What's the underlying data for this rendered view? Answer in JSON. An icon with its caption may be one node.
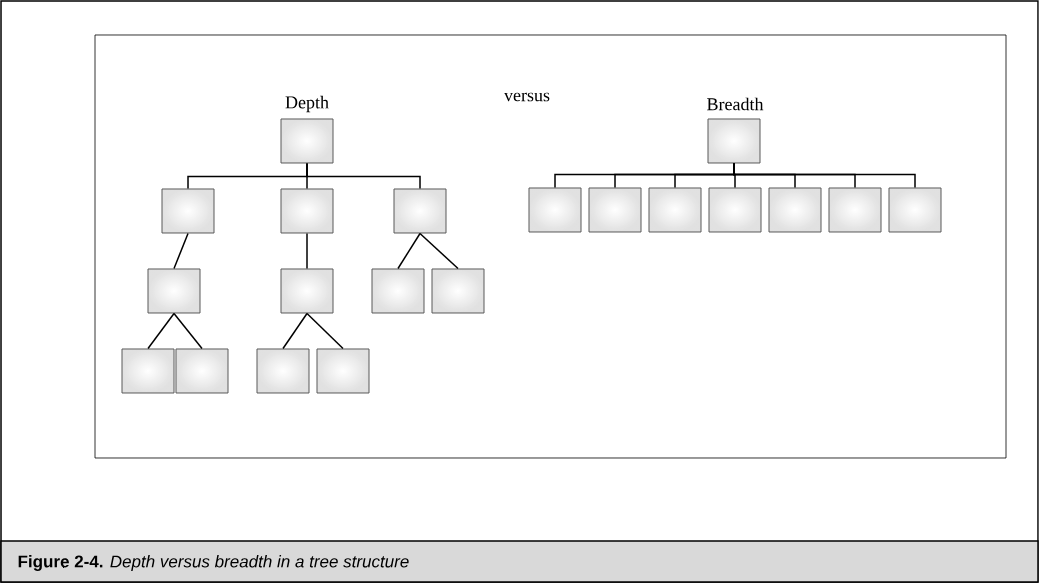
{
  "diagram": {
    "caption": "**Figure 2-4.** *Depth versus breadth in a tree structure*",
    "nodes": [
      {
        "text": [],
        "shape": "box"
      },
      {
        "text": [],
        "shape": "box"
      },
      {
        "text": [],
        "shape": "box"
      },
      {
        "text": [],
        "shape": "box"
      },
      {
        "text": [],
        "shape": "box"
      },
      {
        "text": [],
        "shape": "box"
      },
      {
        "text": [],
        "shape": "box"
      },
      {
        "text": [],
        "shape": "box"
      },
      {
        "text": [],
        "shape": "box"
      },
      {
        "text": [],
        "shape": "box"
      },
      {
        "text": [],
        "shape": "box"
      },
      {
        "text": [],
        "shape": "box"
      },
      {
        "text": [],
        "shape": "box"
      },
      {
        "text": [],
        "shape": "box"
      },
      {
        "text": [],
        "shape": "box"
      },
      {
        "text": [],
        "shape": "box"
      },
      {
        "text": [],
        "shape": "box"
      },
      {
        "text": [],
        "shape": "box"
      },
      {
        "text": [],
        "shape": "box"
      },
      {
        "text": [],
        "shape": "box"
      }
    ],
    "edges": [
      {
        "from": 0,
        "to": 1,
        "arrow": "none"
      },
      {
        "from": 0,
        "to": 2,
        "arrow": "none"
      },
      {
        "from": 0,
        "to": 3,
        "arrow": "none"
      },
      {
        "from": 1,
        "to": 4,
        "arrow": "none"
      },
      {
        "from": 2,
        "to": 5,
        "arrow": "none"
      },
      {
        "from": 3,
        "to": 6,
        "arrow": "none"
      },
      {
        "from": 3,
        "to": 7,
        "arrow": "none"
      },
      {
        "from": 4,
        "to": 8,
        "arrow": "none"
      },
      {
        "from": 4,
        "to": 9,
        "arrow": "none"
      },
      {
        "from": 5,
        "to": 10,
        "arrow": "none"
      },
      {
        "from": 5,
        "to": 11,
        "arrow": "none"
      },
      {
        "from": 12,
        "to": 13,
        "arrow": "none"
      },
      {
        "from": 12,
        "to": 14,
        "arrow": "none"
      },
      {
        "from": 12,
        "to": 15,
        "arrow": "none"
      },
      {
        "from": 12,
        "to": 16,
        "arrow": "none"
      },
      {
        "from": 12,
        "to": 17,
        "arrow": "none"
      },
      {
        "from": 12,
        "to": 18,
        "arrow": "none"
      },
      {
        "from": 12,
        "to": 19,
        "arrow": "none"
      }
    ],
    "labels": [
      "Depth",
      "versus",
      "Breadth"
    ]
  }
}
